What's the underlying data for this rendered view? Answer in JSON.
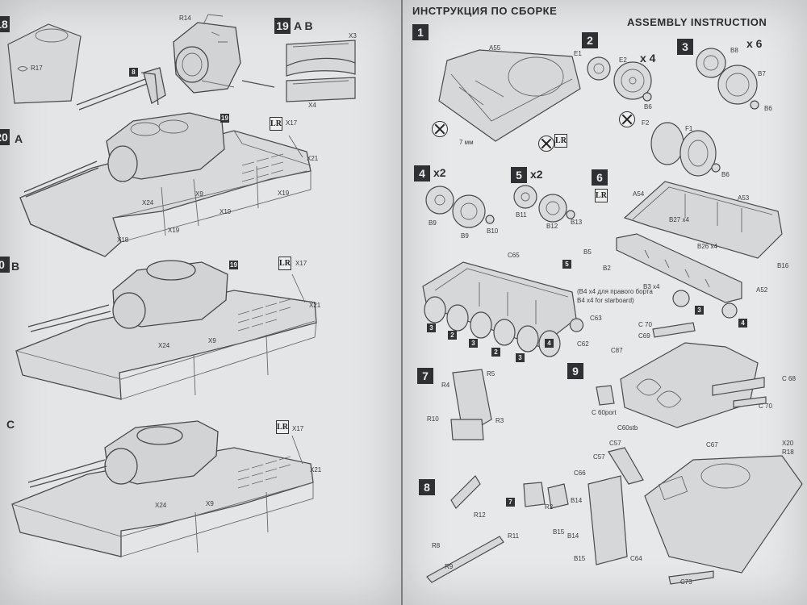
{
  "header": {
    "title_ru": "ИНСТРУКЦИЯ ПО СБОРКЕ",
    "title_en": "ASSEMBLY INSTRUCTION"
  },
  "left_page": {
    "steps": {
      "s18": "18",
      "s19": "19",
      "s19_variant": "A B",
      "s20a": "20",
      "s20a_variant": "A",
      "s20b": "0",
      "s20b_variant": "B",
      "s20c_variant": "C"
    },
    "parts": {
      "r17": "R17",
      "r14": "R14",
      "x3": "X3",
      "x4": "X4",
      "x17": "X17",
      "x21": "X21",
      "x24": "X24",
      "x9": "X9",
      "x18": "X18",
      "x19": "X19"
    },
    "callouts": {
      "c8": "8",
      "c19": "19",
      "lr": "LR"
    }
  },
  "right_page": {
    "steps": [
      "1",
      "2",
      "3",
      "4",
      "5",
      "6",
      "7",
      "8",
      "9"
    ],
    "quantities": {
      "q2": "x 4",
      "q3": "x 6",
      "q4": "x2",
      "q5": "x2"
    },
    "parts": {
      "a55": "A55",
      "e1": "E1",
      "e2": "E2",
      "b6": "B6",
      "b7": "B7",
      "b8": "B8",
      "f1": "F1",
      "f2": "F2",
      "mm": "7 мм",
      "b9": "B9",
      "b10": "B10",
      "b11": "B11",
      "b12": "B12",
      "b13": "B13",
      "a54": "A54",
      "a53": "A53",
      "b27": "B27 x4",
      "b26": "B26 x4",
      "b5": "B5",
      "b2": "B2",
      "b3": "B3 x4",
      "b16": "B16",
      "a52": "A52",
      "c65": "C65",
      "c63": "C63",
      "c62": "C62",
      "b4_ru": "(B4 x4 для правого борта",
      "b4_en": "B4 x4 for starboard)",
      "c70a": "C 70",
      "c69": "C69",
      "c87": "C87",
      "c68": "C 68",
      "c70b": "C 70",
      "c60port": "C 60port",
      "c60stb": "C60stb",
      "r5": "R5",
      "r4": "R4",
      "r10": "R10",
      "r3": "R3",
      "c57a": "C57",
      "c57b": "C57",
      "c67": "C67",
      "x20": "X20",
      "r18": "R18",
      "c66": "C66",
      "r12": "R12",
      "r2": "R2",
      "r11": "R11",
      "b14a": "B14",
      "b14b": "B14",
      "b15a": "B15",
      "b15b": "B15",
      "c64": "C64",
      "c73": "C73",
      "r8": "R8",
      "r9": "R9"
    },
    "callouts": {
      "c2": "2",
      "c3": "3",
      "c4": "4",
      "c5": "5",
      "c7": "7",
      "lr": "LR"
    }
  }
}
